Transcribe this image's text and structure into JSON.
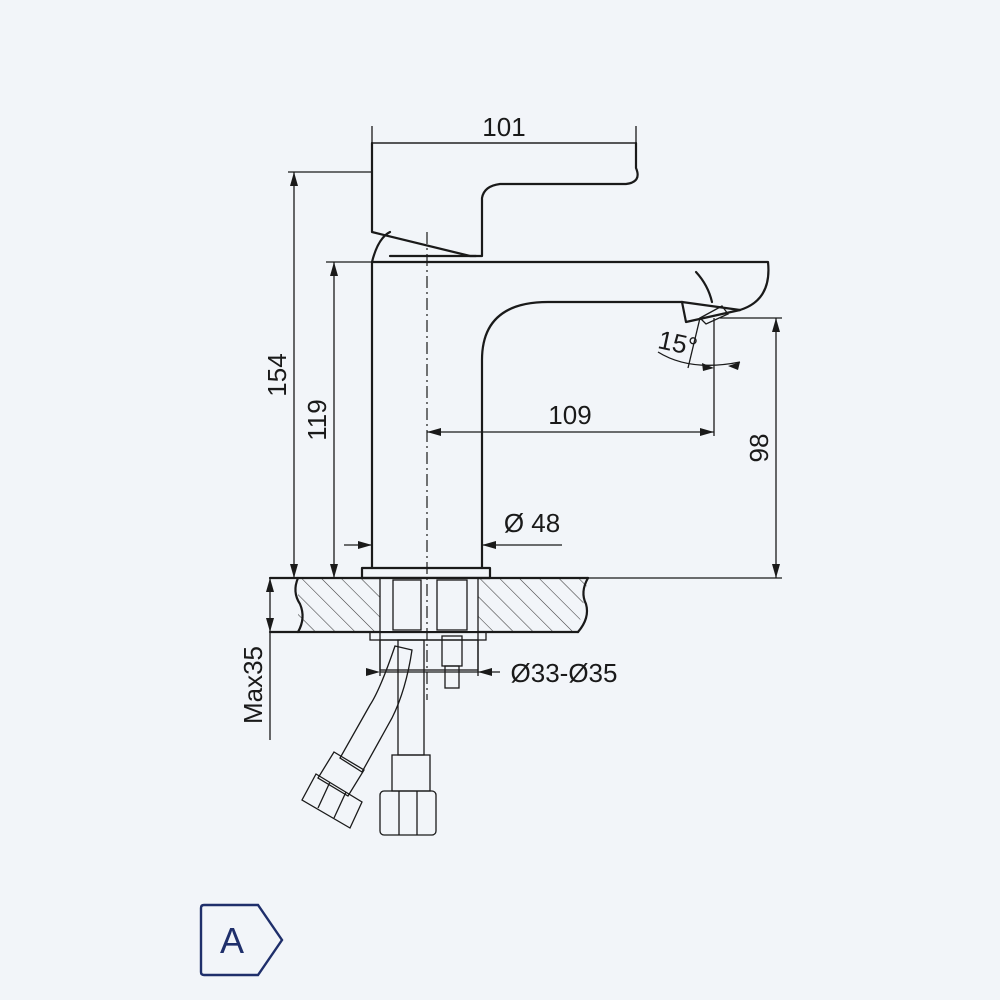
{
  "dimensions": {
    "handle_length": "101",
    "total_height": "154",
    "body_height": "119",
    "spout_reach": "109",
    "spout_outlet_height": "98",
    "body_diameter": "Ø 48",
    "tilt_angle": "15°",
    "hole_diameter": "Ø33-Ø35",
    "max_deck_thickness": "Max35"
  },
  "badge": {
    "label": "A"
  },
  "colors": {
    "line": "#1a1a1a",
    "badge": "#1f2f6b",
    "background": "#f2f5f9"
  }
}
